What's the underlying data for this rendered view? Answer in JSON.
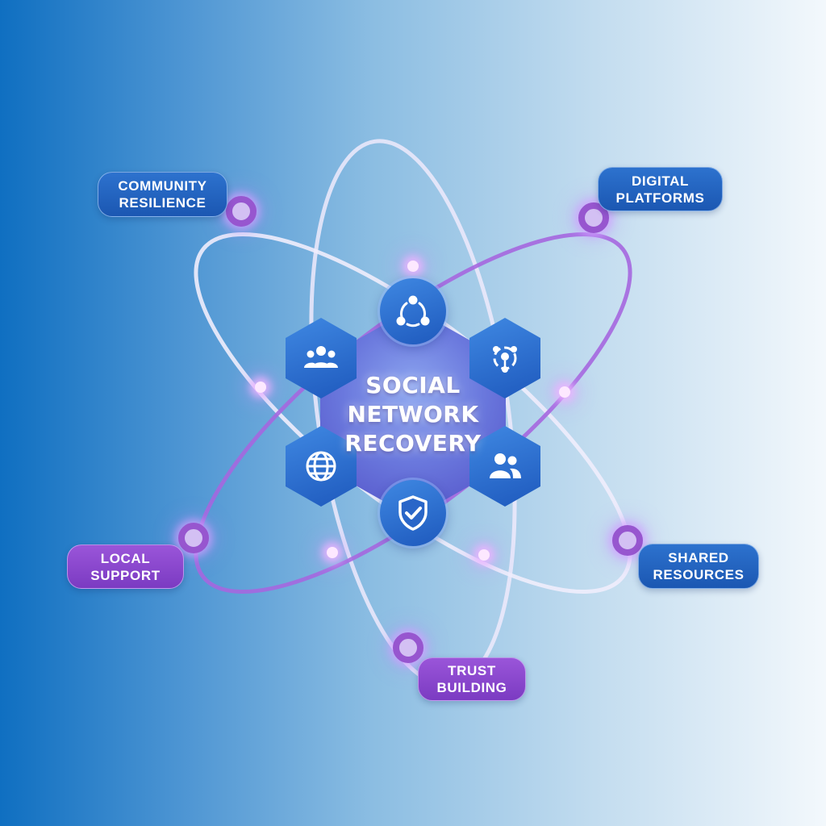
{
  "center": {
    "title_lines": [
      "SOCIAL",
      "NETWORK",
      "RECOVERY"
    ]
  },
  "labels": {
    "community_resilience": [
      "COMMUNITY",
      "RESILIENCE"
    ],
    "digital_platforms": [
      "DIGITAL",
      "PLATFORMS"
    ],
    "local_support": [
      "LOCAL",
      "SUPPORT"
    ],
    "shared_resources": [
      "SHARED",
      "RESOURCES"
    ],
    "trust_building": [
      "TRUST",
      "BUILDING"
    ]
  },
  "icons": {
    "top": "network-cycle-icon",
    "upper_left": "group-icon",
    "upper_right": "connection-hub-icon",
    "lower_left": "globe-icon",
    "lower_right": "people-icon",
    "bottom": "shield-check-icon"
  },
  "colors": {
    "background_left": "#0f6fc1",
    "background_right": "#f3f8fc",
    "node_blue": "#1e59bd",
    "node_purple": "#9756cf",
    "center_hex": "#6a78dd",
    "orbit_light": "#e8e6fb",
    "orbit_purple": "#a567df"
  }
}
